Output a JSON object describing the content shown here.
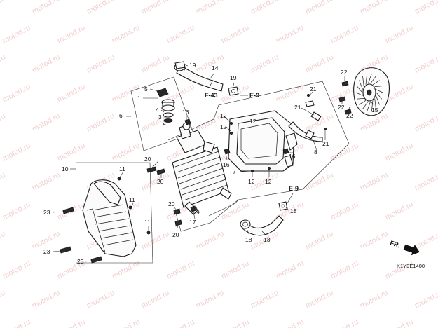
{
  "watermark": "motod.ru",
  "diagram_code": "K1Y3E1400",
  "front_indicator": "FR.",
  "references": [
    "F-43",
    "E-9",
    "E-9"
  ],
  "callouts": [
    "1",
    "2",
    "3",
    "4",
    "5",
    "6",
    "7",
    "8",
    "9",
    "10",
    "11",
    "11",
    "11",
    "12",
    "12",
    "12",
    "12",
    "12",
    "13",
    "14",
    "15",
    "16",
    "16",
    "16",
    "17",
    "18",
    "18",
    "19",
    "19",
    "20",
    "20",
    "20",
    "20",
    "21",
    "21",
    "21",
    "22",
    "22",
    "22",
    "23",
    "23",
    "23"
  ]
}
